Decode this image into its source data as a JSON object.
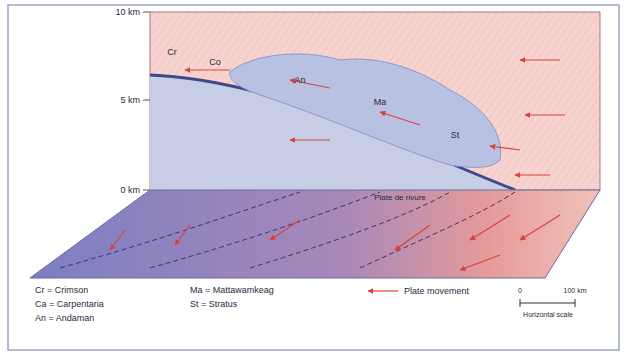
{
  "diagram": {
    "labels": [
      "10 km",
      "5 km",
      "0 km",
      "Cr",
      "Co",
      "An",
      "Ma",
      "St",
      "Plate de rivure",
      "0",
      "100 km",
      "Horizontal scale",
      "Cr = Crimson",
      "Ca = Carpentaria",
      "An = Andaman",
      "Ma = Mattawamkeag",
      "St = Stratus"
    ],
    "legend": [
      {
        "text": "Plate movement"
      }
    ]
  }
}
